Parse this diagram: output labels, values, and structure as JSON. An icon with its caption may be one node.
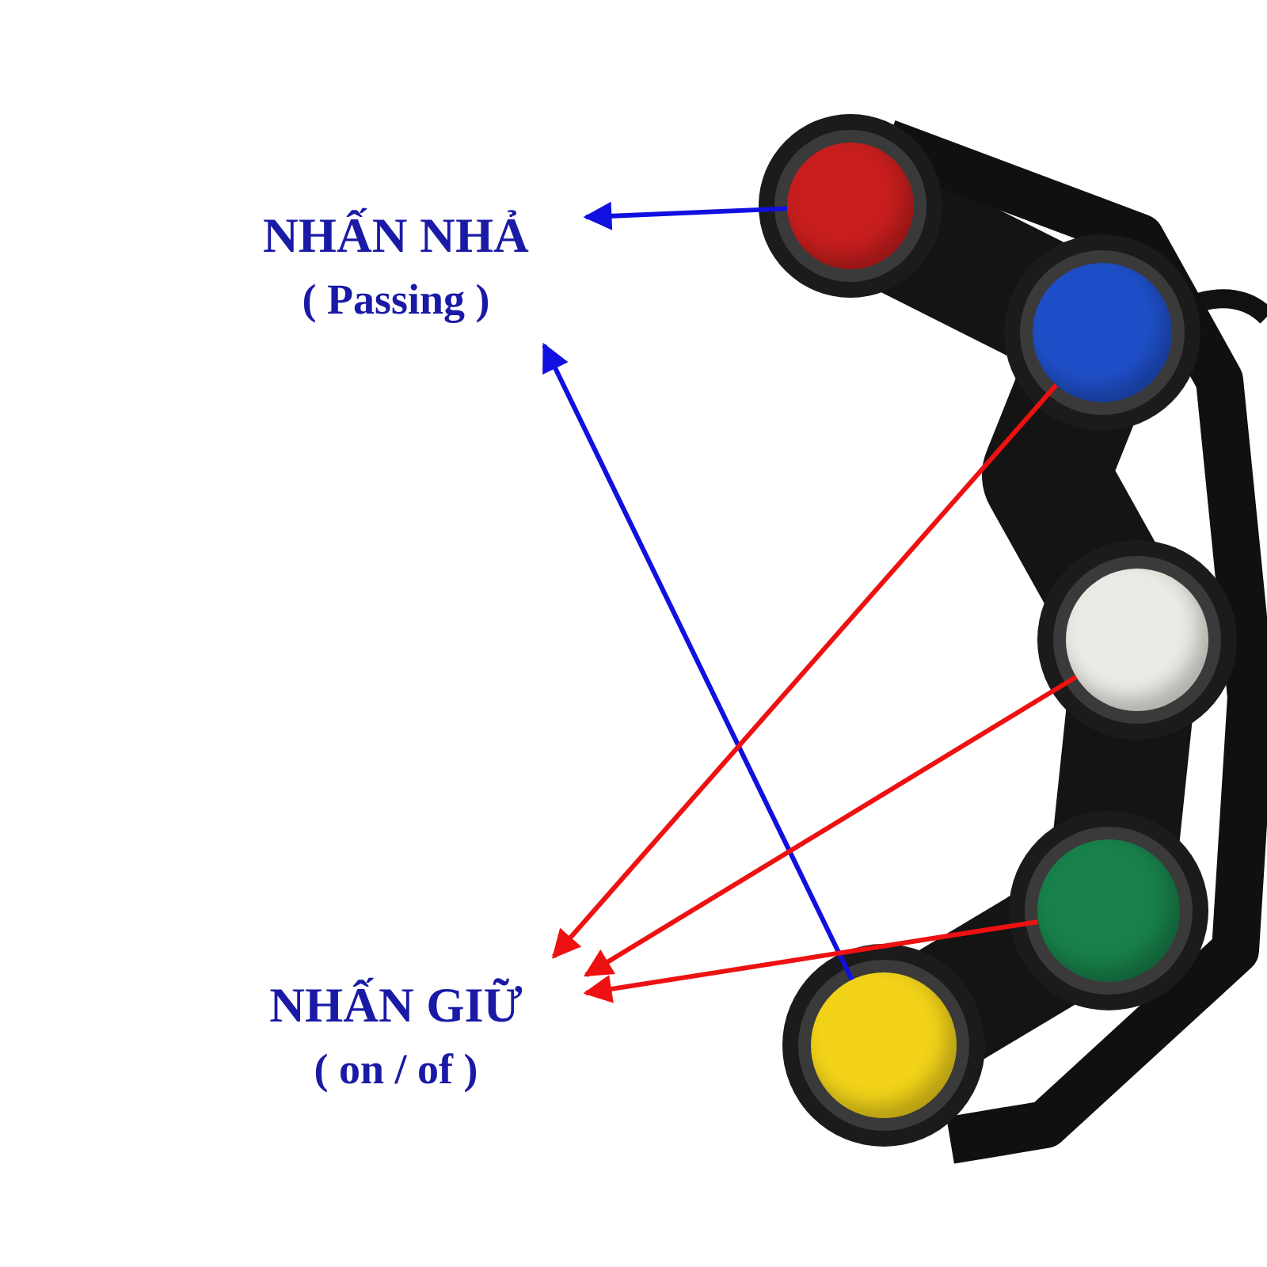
{
  "diagram": {
    "nodes": [
      {
        "text": [
          "NHẤN NHẢ",
          "( Passing )"
        ]
      },
      {
        "text": [
          "NHẤN GIỮ",
          "( on / of )"
        ]
      },
      {
        "text": [],
        "shape": "circle"
      },
      {
        "text": [],
        "shape": "circle"
      },
      {
        "text": [],
        "shape": "circle"
      },
      {
        "text": [],
        "shape": "circle"
      },
      {
        "text": [],
        "shape": "circle"
      }
    ],
    "edges": [
      {
        "from": 2,
        "to": 0,
        "arrow": "to",
        "color": "#1010e0"
      },
      {
        "from": 6,
        "to": 0,
        "arrow": "to",
        "color": "#1010e0"
      },
      {
        "from": 3,
        "to": 1,
        "arrow": "to"
      },
      {
        "from": 4,
        "to": 1,
        "arrow": "to"
      },
      {
        "from": 5,
        "to": 1,
        "arrow": "to"
      }
    ]
  }
}
